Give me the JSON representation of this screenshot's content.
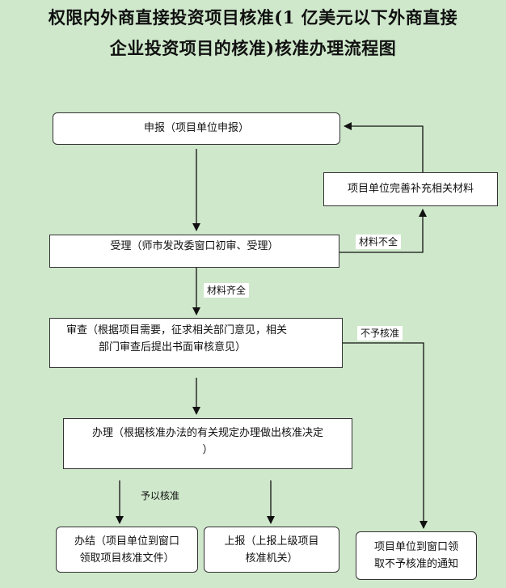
{
  "title": {
    "line1": "权限内外商直接投资项目核准(1 亿美元以下外商直接",
    "line2": "企业投资项目的核准)核准办理流程图"
  },
  "nodes": {
    "apply": "申报（项目单位申报）",
    "supplement": "项目单位完善补充相关材料",
    "accept": "受理（师市发改委窗口初审、受理）",
    "review_line1": "审查（根据项目需要，征求相关部门意见，相关",
    "review_line2": "部门审查后提出书面审核意见）",
    "handle_line1": "办理（根据核准办法的有关规定办理做出核准决定",
    "handle_line2": "）",
    "close_line1": "办结（项目单位到窗口",
    "close_line2": "领取项目核准文件）",
    "report_line1": "上报（上报上级项目",
    "report_line2": "核准机关）",
    "reject_line1": "项目单位到窗口领",
    "reject_line2": "取不予核准的通知"
  },
  "edge_labels": {
    "incomplete": "材料不全",
    "complete": "材料齐全",
    "not_approved": "不予核准",
    "approved": "予以核准"
  }
}
